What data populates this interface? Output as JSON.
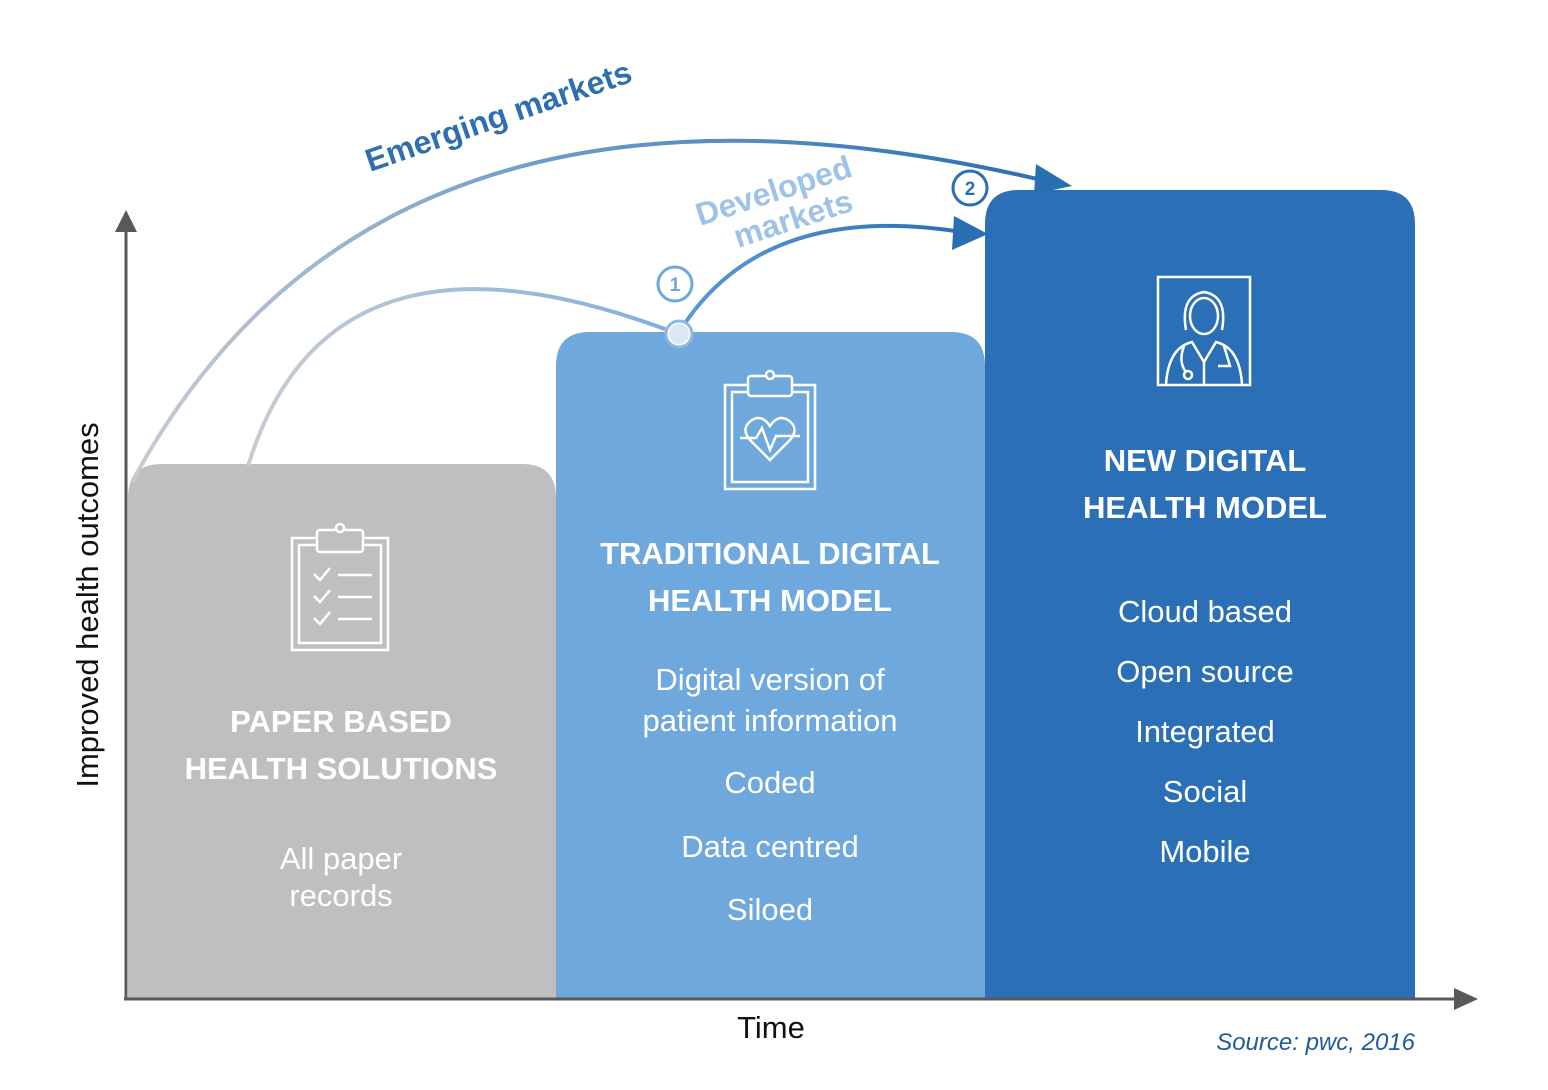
{
  "axes": {
    "y_label": "Improved health outcomes",
    "x_label": "Time"
  },
  "arcs": {
    "emerging": "Emerging markets",
    "developed_line1": "Developed",
    "developed_line2": "markets"
  },
  "steps": {
    "one": "1",
    "two": "2"
  },
  "columns": {
    "paper": {
      "title_line1": "PAPER BASED",
      "title_line2": "HEALTH SOLUTIONS",
      "item_line1": "All paper",
      "item_line2": "records",
      "color": "#bfbfbf",
      "icon": "clipboard-checklist-icon"
    },
    "traditional": {
      "title_line1": "TRADITIONAL DIGITAL",
      "title_line2": "HEALTH MODEL",
      "item1_line1": "Digital version of",
      "item1_line2": "patient information",
      "item2": "Coded",
      "item3": "Data centred",
      "item4": "Siloed",
      "color": "#6fa8dc",
      "icon": "clipboard-heartbeat-icon"
    },
    "new": {
      "title_line1": "NEW DIGITAL",
      "title_line2": "HEALTH MODEL",
      "items": [
        "Cloud based",
        "Open source",
        "Integrated",
        "Social",
        "Mobile"
      ],
      "color": "#2b70b6",
      "icon": "doctor-portrait-icon"
    }
  },
  "source": "Source: pwc, 2016",
  "colors": {
    "arc_dark": "#2e6fae",
    "arc_light": "#9fc3e6",
    "axis": "#595959"
  }
}
